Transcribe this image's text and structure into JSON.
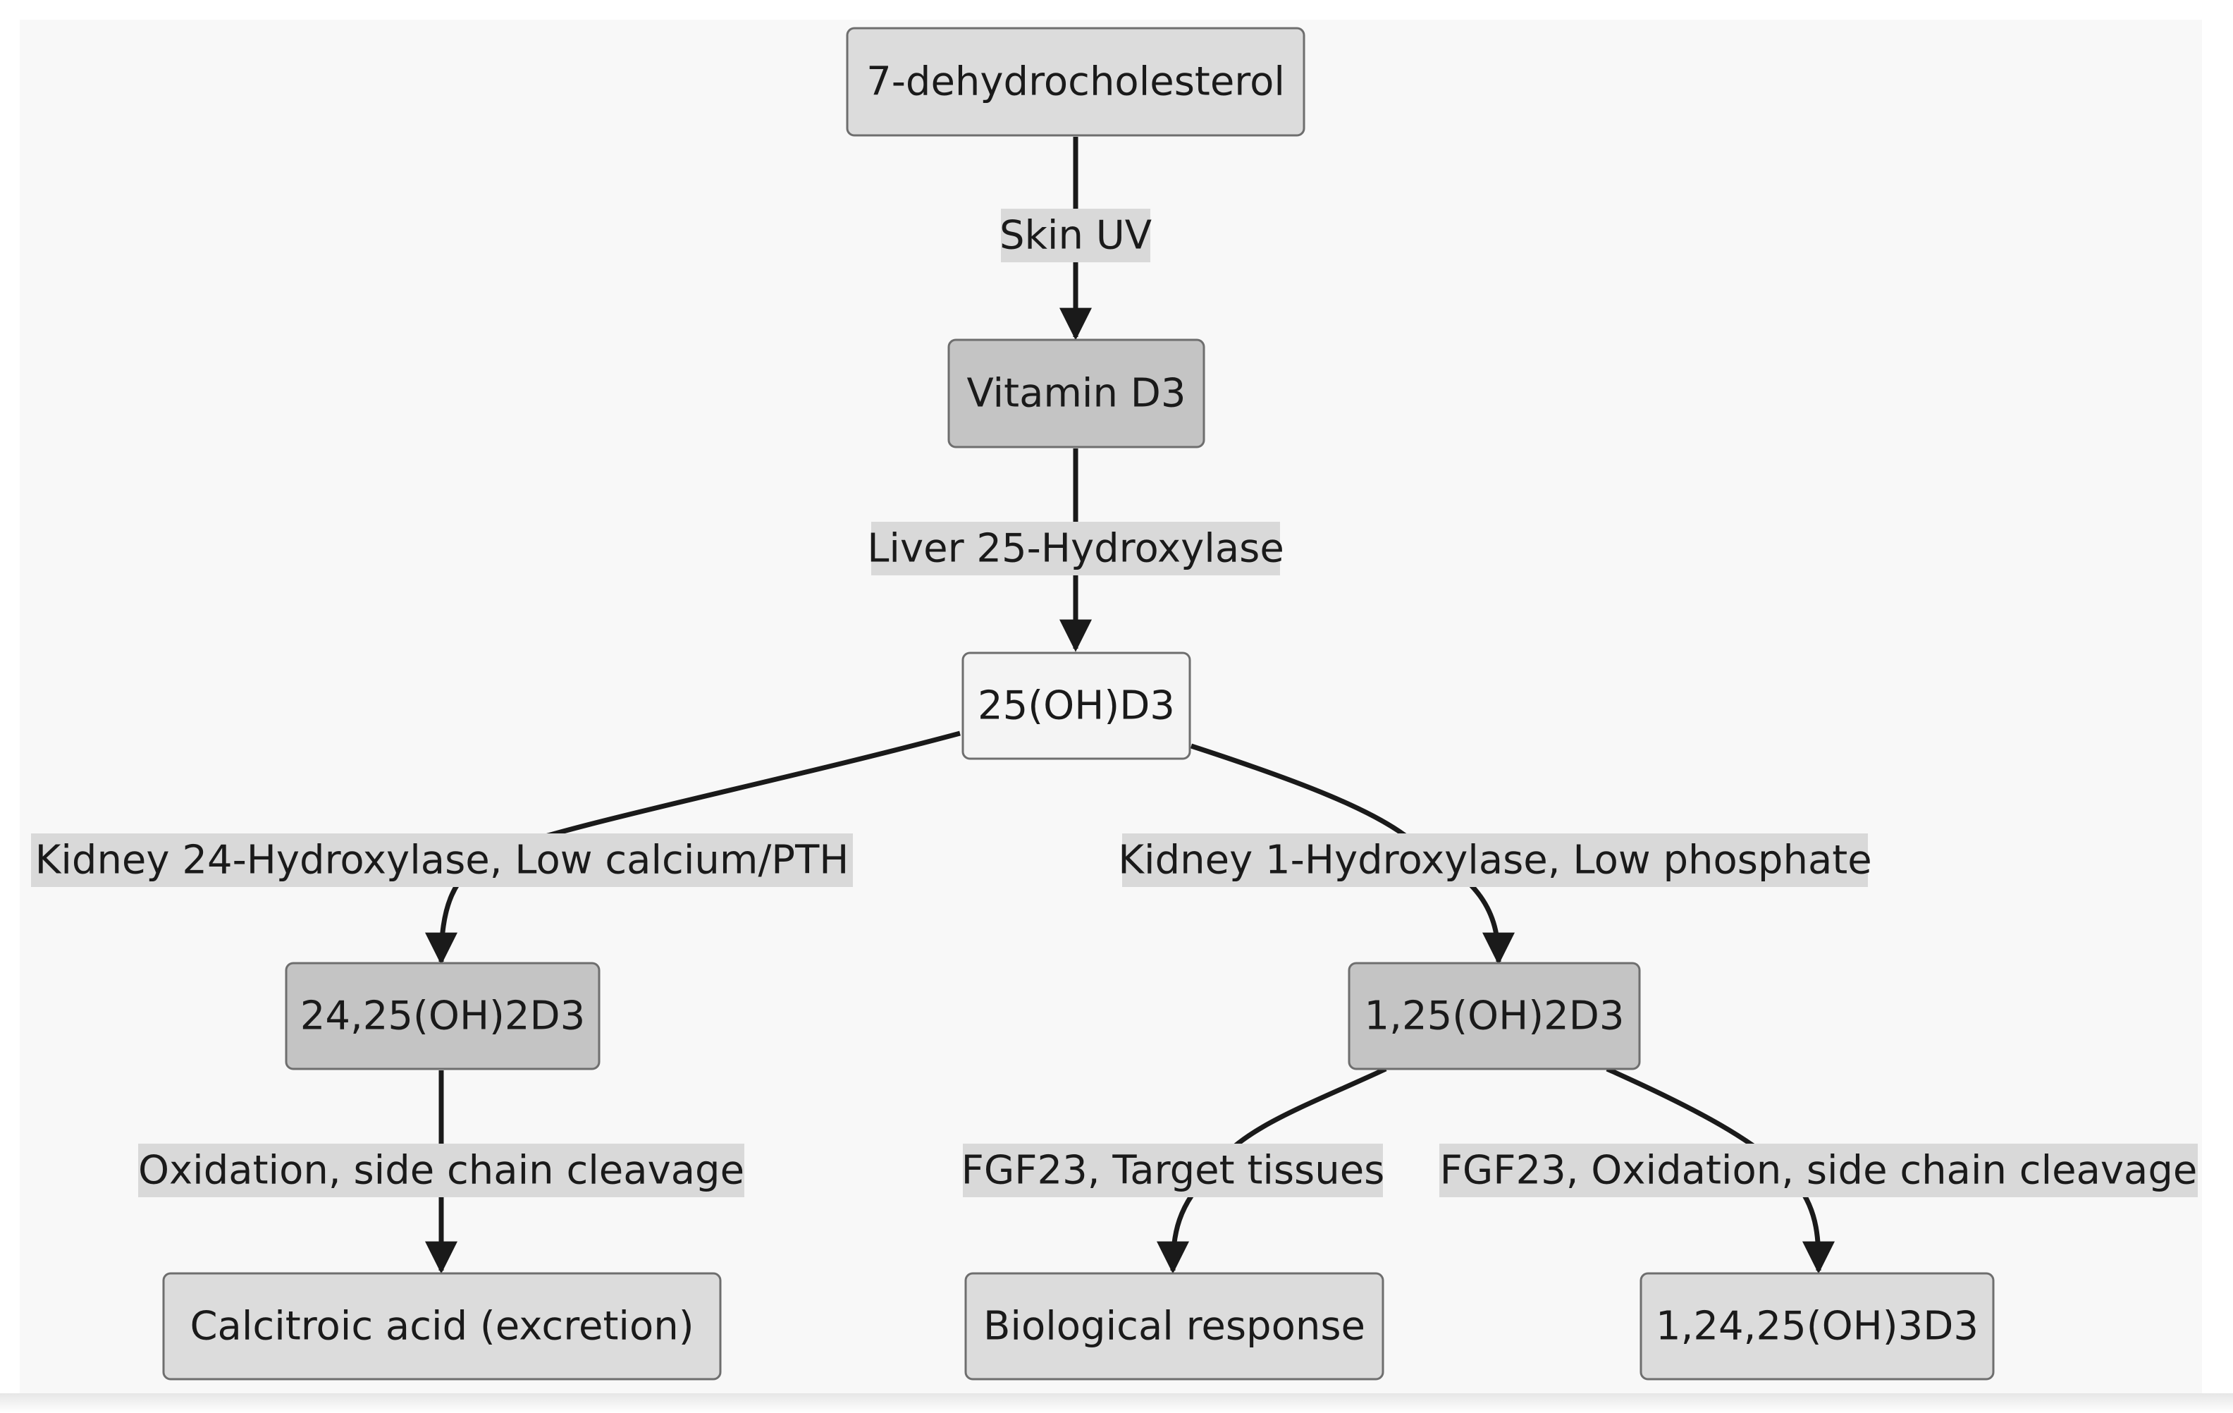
{
  "nodes": {
    "dehydrocholesterol": "7-dehydrocholesterol",
    "vitamin_d3": "Vitamin D3",
    "oh_d3": "25(OH)D3",
    "oh2d3_24_25": "24,25(OH)2D3",
    "oh2d3_1_25": "1,25(OH)2D3",
    "calcitroic_acid": "Calcitroic acid (excretion)",
    "biological_response": "Biological response",
    "oh3d3": "1,24,25(OH)3D3"
  },
  "edges": {
    "skin_uv": "Skin UV",
    "liver_25_hydroxylase": "Liver 25-Hydroxylase",
    "kidney_24_hydroxylase": "Kidney 24-Hydroxylase, Low calcium/PTH",
    "kidney_1_hydroxylase": "Kidney 1-Hydroxylase, Low phosphate",
    "oxidation_cleavage": "Oxidation, side chain cleavage",
    "fgf23_target": "FGF23, Target tissues",
    "fgf23_oxidation": "FGF23, Oxidation, side chain cleavage"
  },
  "colors": {
    "canvas": "#f8f8f8",
    "node_light": "#f4f4f4",
    "node_medium": "#dcdcdc",
    "node_dark": "#c4c4c4",
    "node_border": "#6e6e6e",
    "edge_line": "#1a1a1a",
    "edge_label_bg": "#d9d9d9"
  }
}
